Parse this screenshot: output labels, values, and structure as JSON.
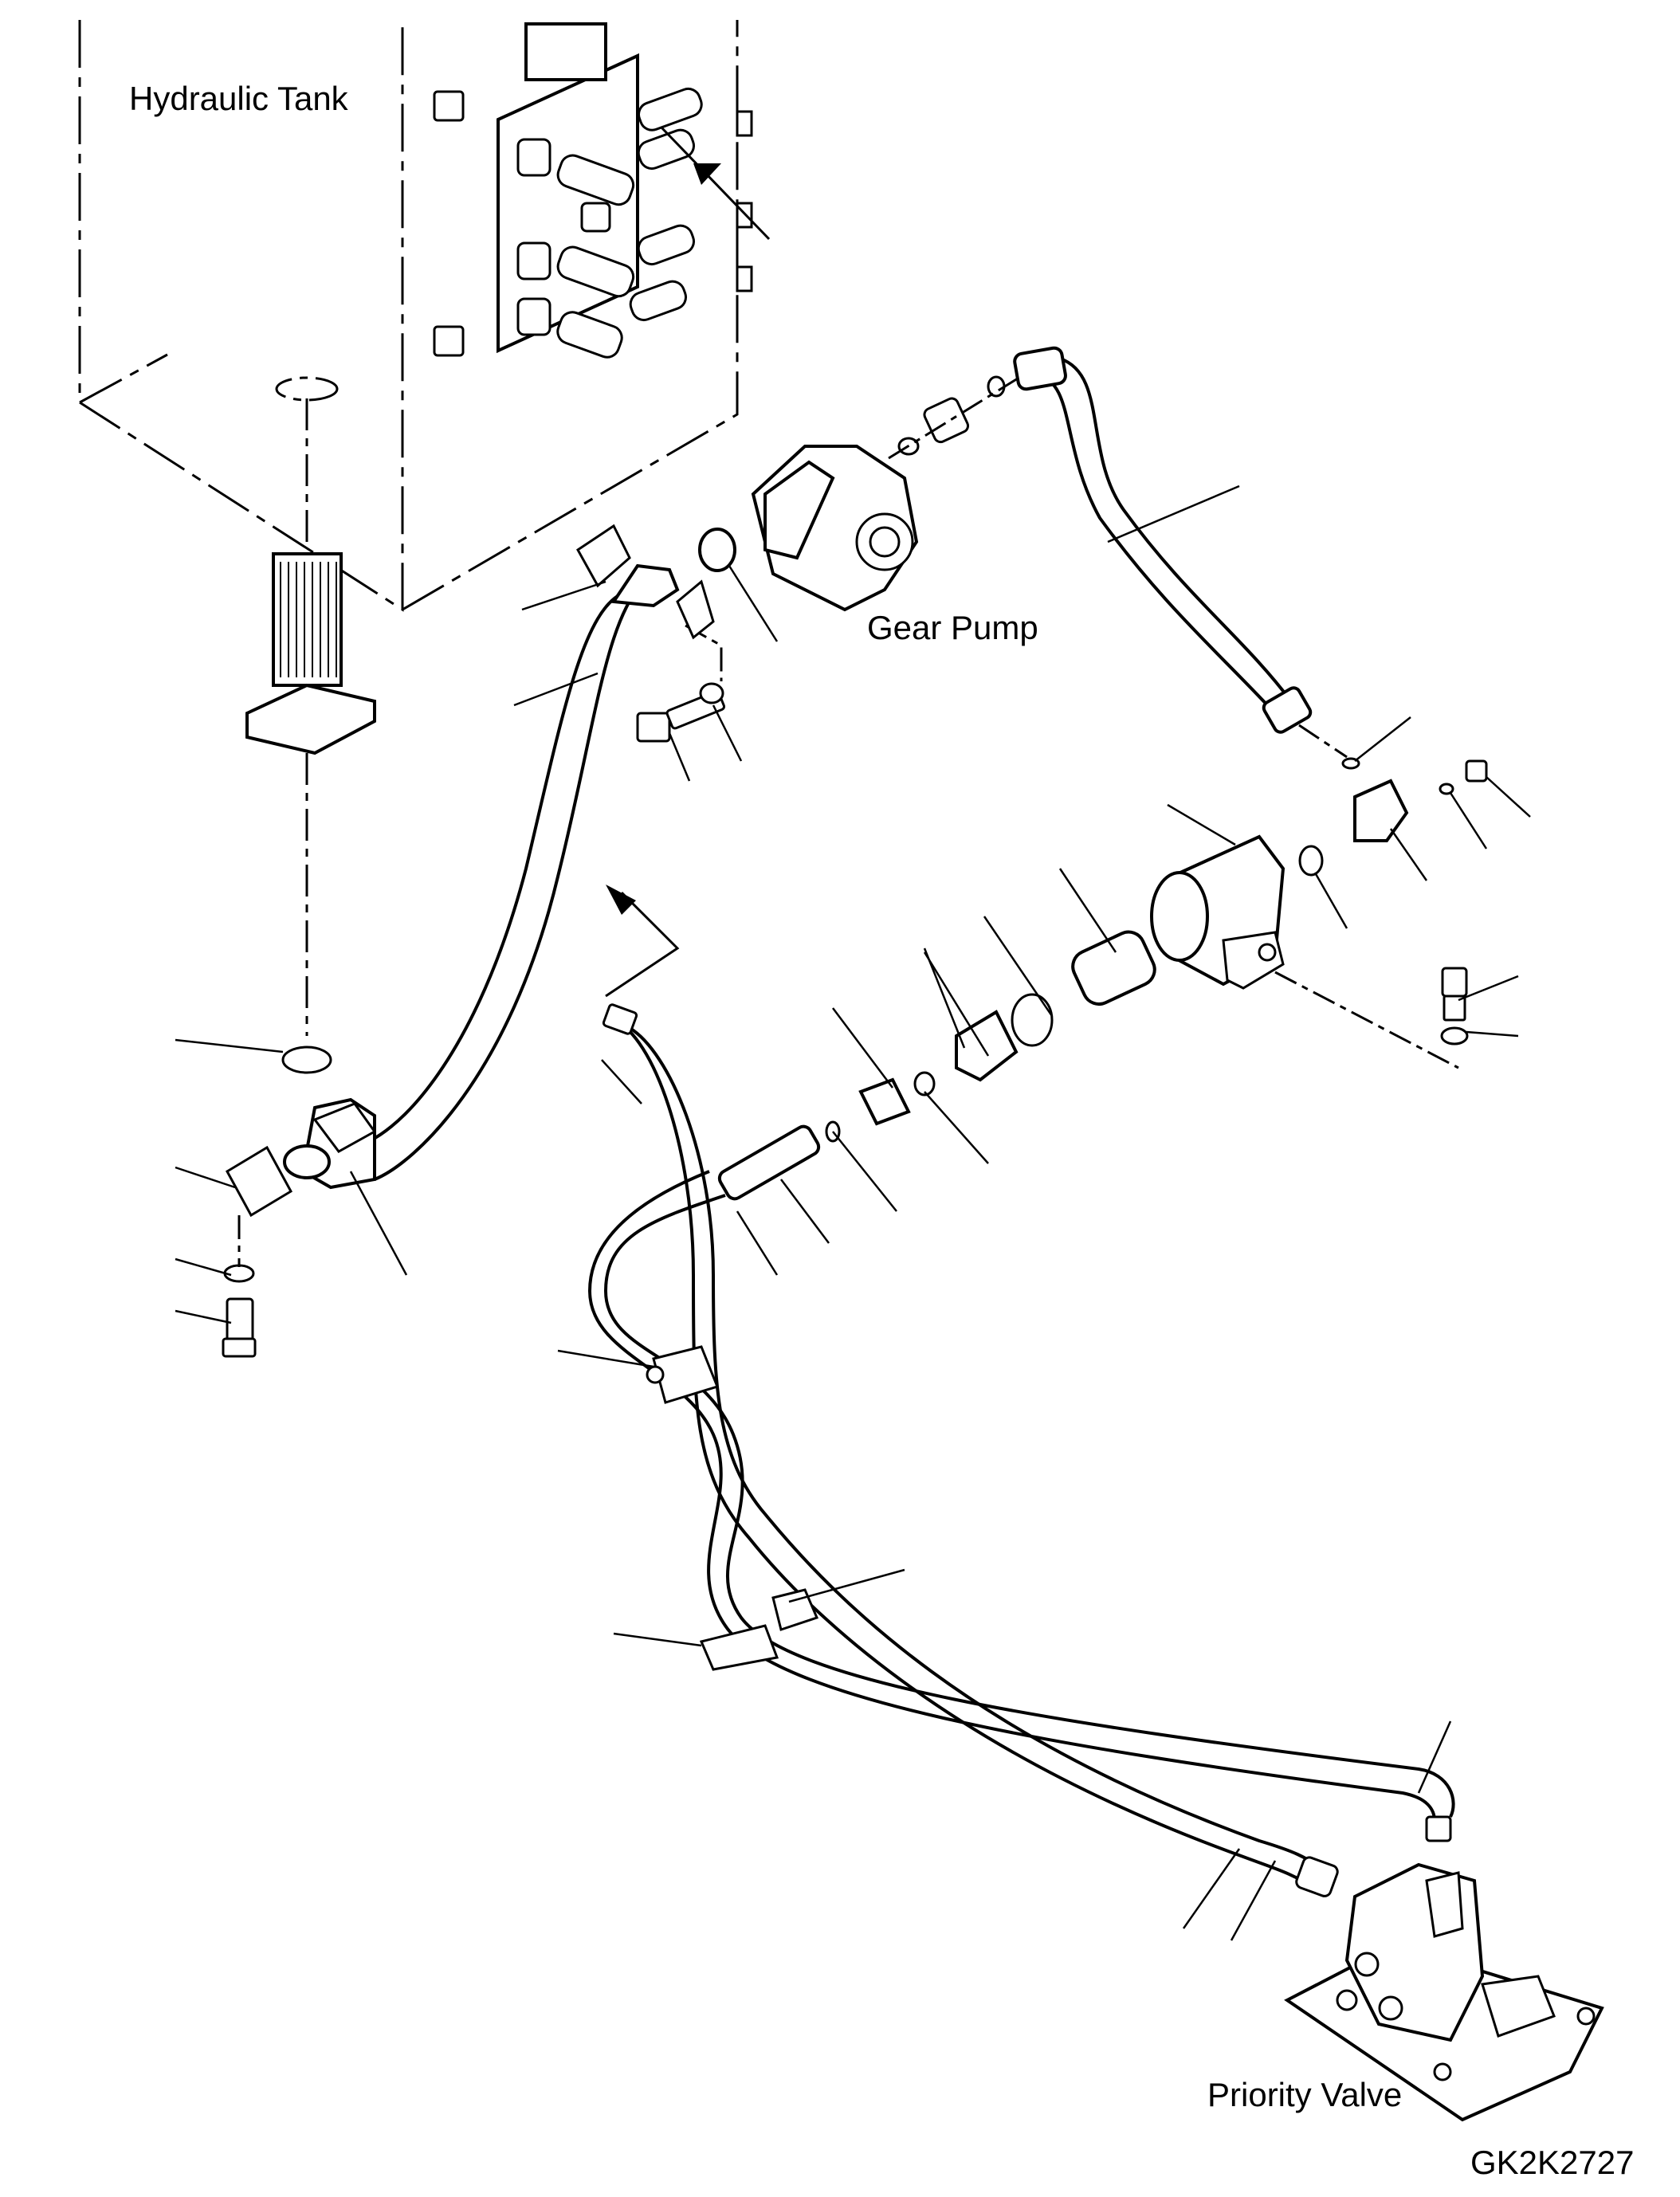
{
  "labels": {
    "hydraulic_tank": "Hydraulic Tank",
    "gear_pump": "Gear Pump",
    "priority_valve": "Priority Valve"
  },
  "drawing_number": "GK2K2727"
}
